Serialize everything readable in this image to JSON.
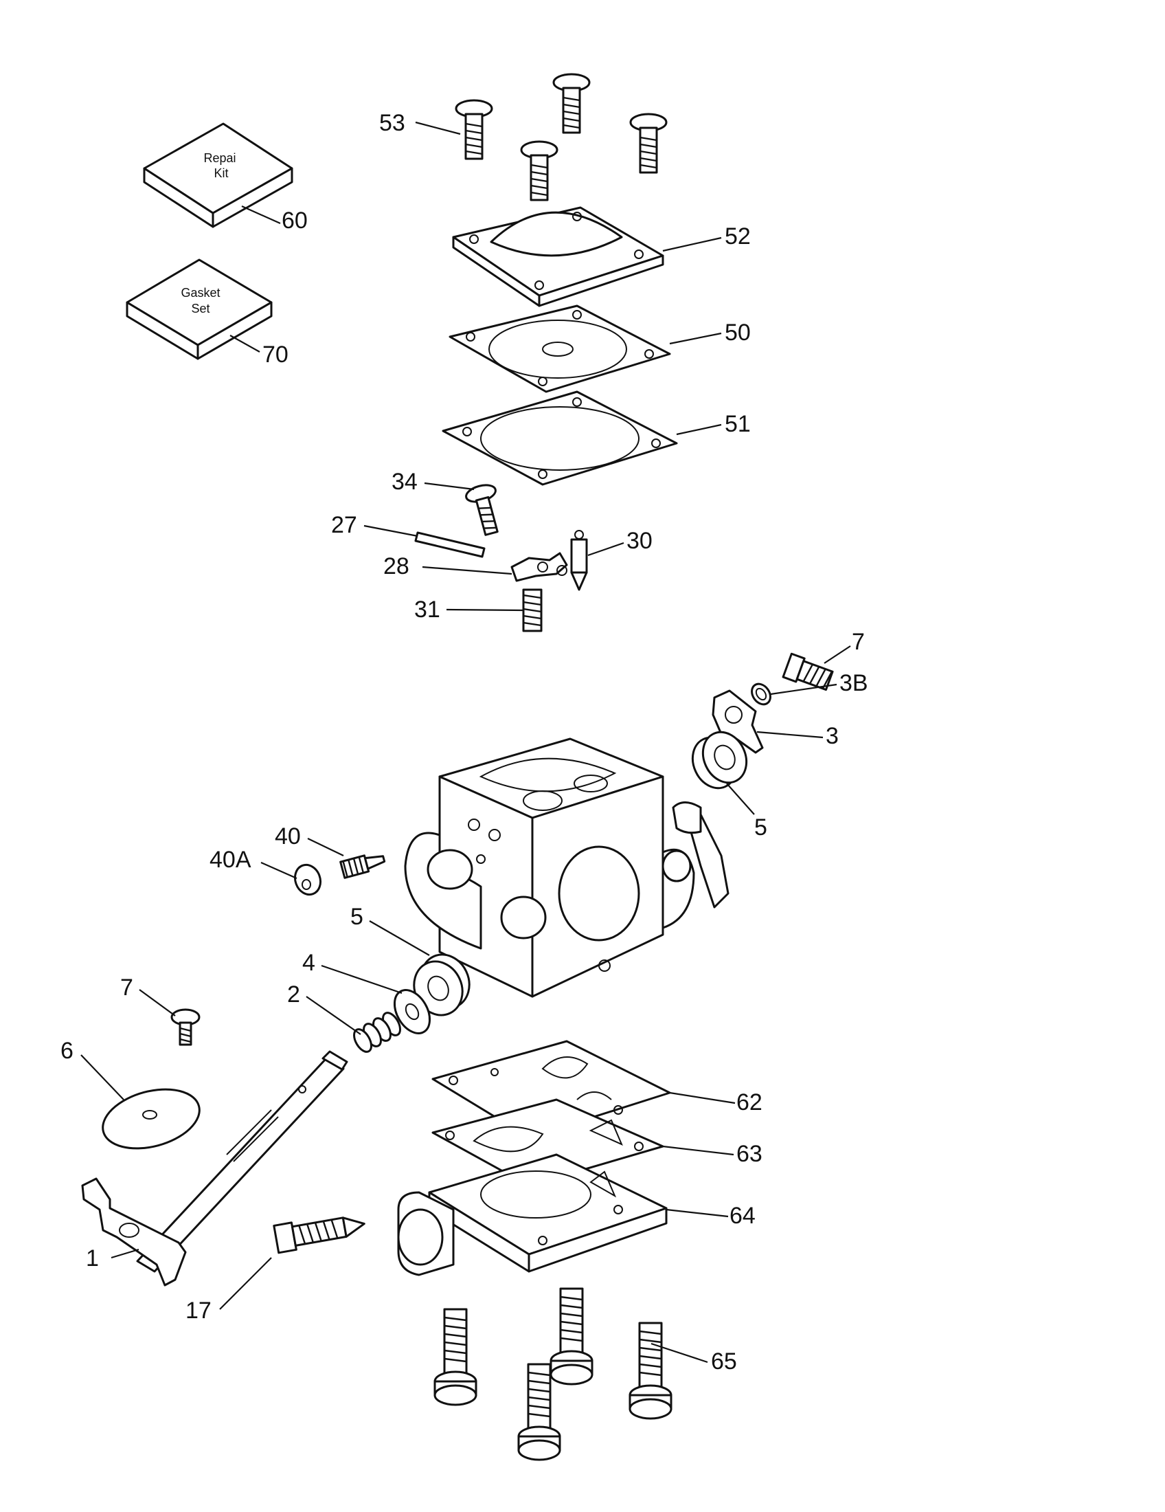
{
  "colors": {
    "ink": "#111111",
    "paper": "#ffffff"
  },
  "boxes": {
    "repair_line1": "Repai",
    "repair_line2": "Kit",
    "gasket_line1": "Gasket",
    "gasket_line2": "Set"
  },
  "labels": {
    "l53": "53",
    "l60": "60",
    "l70": "70",
    "l52": "52",
    "l50": "50",
    "l51": "51",
    "l34": "34",
    "l27": "27",
    "l28": "28",
    "l30": "30",
    "l31": "31",
    "l7a": "7",
    "l3B": "3B",
    "l3": "3",
    "l5a": "5",
    "l40": "40",
    "l40A": "40A",
    "l5b": "5",
    "l4": "4",
    "l2": "2",
    "l7b": "7",
    "l6": "6",
    "l62": "62",
    "l63": "63",
    "l64": "64",
    "l1": "1",
    "l17": "17",
    "l65": "65"
  }
}
